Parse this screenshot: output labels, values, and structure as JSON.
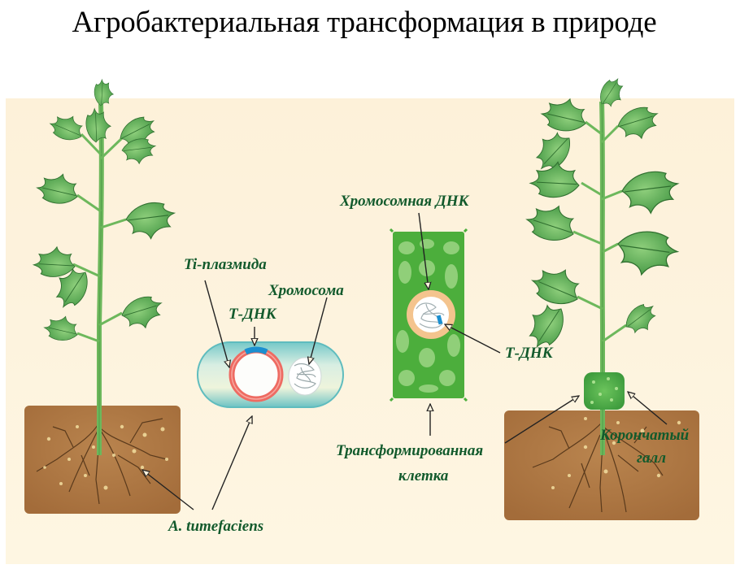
{
  "title": "Агробактериальная трансформация в природе",
  "colors": {
    "background": "#fdf2dc",
    "label_text": "#125a2c",
    "soil": "#b07a45",
    "plant_green": "#5aa84c",
    "cell_green": "#4cae3c",
    "bacterium_cyan": "#7fcfcf",
    "plasmid_red": "#ee6b62",
    "t_dna_blue": "#1b8fd0",
    "nucleus_orange": "#f4c48e"
  },
  "diagram": {
    "left_plant": {
      "description": "healthy tomato plant with soil and roots",
      "soil_label": "A. tumefaciens"
    },
    "bacterium": {
      "labels": {
        "plasmid": "Ti-плазмида",
        "t_dna": "Т-ДНК",
        "chromosome": "Хромосома"
      }
    },
    "plant_cell": {
      "labels": {
        "chromosomal_dna": "Хромосомная ДНК",
        "t_dna": "Т-ДНК",
        "transformed_cell_line1": "Трансформированная",
        "transformed_cell_line2": "клетка"
      }
    },
    "right_plant": {
      "description": "infected tomato plant with crown gall",
      "labels": {
        "crown_gall_line1": "Корончатый",
        "crown_gall_line2": "галл"
      }
    },
    "bottom_label": "A. tumefaciens"
  }
}
